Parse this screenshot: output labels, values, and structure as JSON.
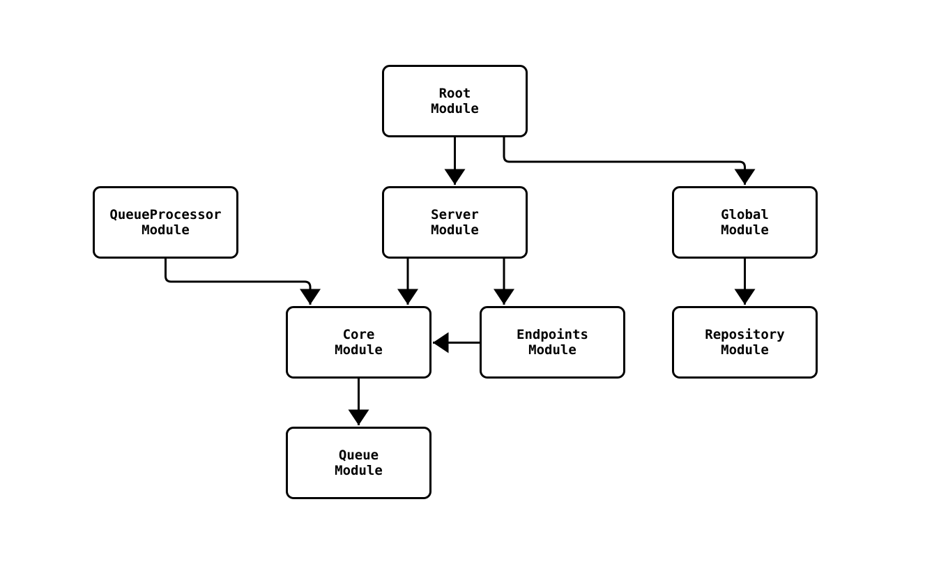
{
  "diagram": {
    "background_color": "#ffffff",
    "stroke_color": "#000000",
    "nodes": [
      {
        "id": "root",
        "line1": "Root",
        "line2": "Module"
      },
      {
        "id": "queueprocessor",
        "line1": "QueueProcessor",
        "line2": "Module"
      },
      {
        "id": "server",
        "line1": "Server",
        "line2": "Module"
      },
      {
        "id": "global",
        "line1": "Global",
        "line2": "Module"
      },
      {
        "id": "core",
        "line1": "Core",
        "line2": "Module"
      },
      {
        "id": "endpoints",
        "line1": "Endpoints",
        "line2": "Module"
      },
      {
        "id": "repository",
        "line1": "Repository",
        "line2": "Module"
      },
      {
        "id": "queue",
        "line1": "Queue",
        "line2": "Module"
      }
    ],
    "edges": [
      {
        "from": "root",
        "to": "server"
      },
      {
        "from": "root",
        "to": "global"
      },
      {
        "from": "queueprocessor",
        "to": "core"
      },
      {
        "from": "server",
        "to": "core"
      },
      {
        "from": "server",
        "to": "endpoints"
      },
      {
        "from": "endpoints",
        "to": "core"
      },
      {
        "from": "global",
        "to": "repository"
      },
      {
        "from": "core",
        "to": "queue"
      }
    ]
  }
}
